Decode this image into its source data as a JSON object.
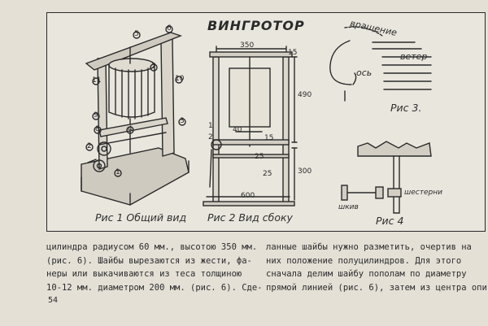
{
  "figure_title": "ВИНГРОТОР",
  "captions": {
    "fig1": "Рис 1 Общий вид",
    "fig2": "Рис 2 Вид сбоку",
    "fig3": "Рис 3.",
    "fig4": "Рис 4"
  },
  "fig1_labels": [
    "5",
    "6",
    "7",
    "10",
    "11",
    "9",
    "8",
    "4",
    "3",
    "2",
    "1"
  ],
  "fig2_dimensions": {
    "top_width": "350",
    "top_right": "15",
    "height_upper": "490",
    "gap": "40",
    "gap_right": "15",
    "angle_a": "25",
    "angle_b": "25",
    "height_lower": "300",
    "base_width": "600",
    "left_mark_1": "1",
    "left_mark_2": "2"
  },
  "fig3_labels": {
    "rotation": "вращение",
    "wind": "ветер",
    "axis": "ось"
  },
  "fig4_labels": {
    "pulley": "шкив",
    "gears": "шестерни"
  },
  "body_text": {
    "left_column": [
      "цилиндра радиусом 60 мм., высотою 350 мм.",
      "(рис. 6). Шайбы вырезаются из жести, фа-",
      "неры или выкачиваются из теса толщиною",
      "10-12 мм. диаметром 200 мм. (рис. 6). Сде-"
    ],
    "right_column": [
      "ланные шайбы нужно разметить, очертив на",
      "них положение полуцилиндров. Для этого",
      "сначала делим шайбу пополам по диаметру",
      "прямой линией (рис. 6), затем из центра опи-"
    ]
  },
  "page_number": "54"
}
